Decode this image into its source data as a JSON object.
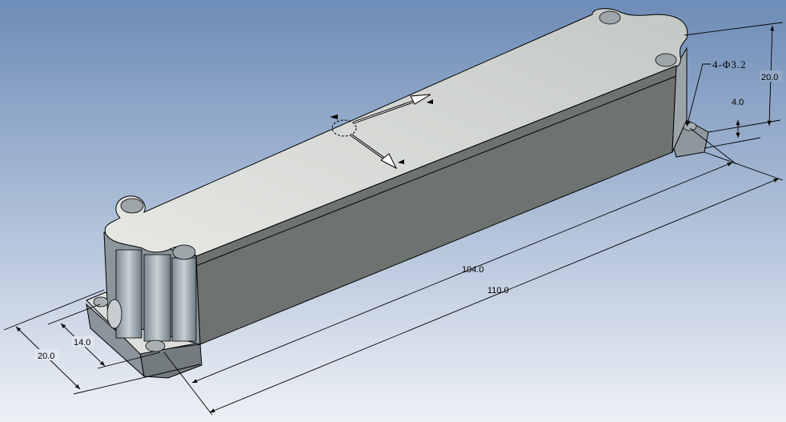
{
  "viewport": {
    "background_top": "#6d8cb7",
    "background_bottom": "#eef1f6",
    "face_top": "#d2d5d0",
    "face_front": "#6e7372",
    "face_side": "#9aa3a8"
  },
  "dimensions": {
    "overall_length": "110.0",
    "inner_length": "104.0",
    "width_left": "20.0",
    "inner_width_left": "14.0",
    "height_right": "20.0",
    "flange_thickness": "4.0",
    "hole_note": "4-Φ3.2"
  }
}
